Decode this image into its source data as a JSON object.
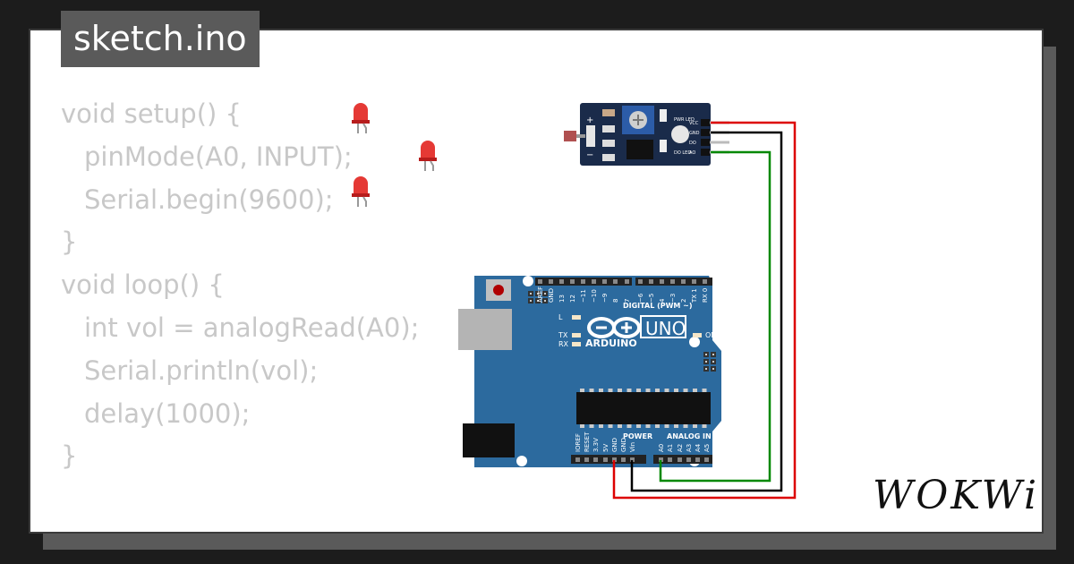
{
  "window": {
    "title": "sketch.ino"
  },
  "code_lines": [
    {
      "text": "void setup() {",
      "indent": false
    },
    {
      "text": "pinMode(A0, INPUT);",
      "indent": true
    },
    {
      "text": "Serial.begin(9600);",
      "indent": true
    },
    {
      "text": "}",
      "indent": false
    },
    {
      "text": "void loop() {",
      "indent": false
    },
    {
      "text": "int vol = analogRead(A0);",
      "indent": true
    },
    {
      "text": "Serial.println(vol);",
      "indent": true
    },
    {
      "text": "delay(1000);",
      "indent": true
    },
    {
      "text": "}",
      "indent": false
    }
  ],
  "sensor_module": {
    "pins": [
      "VCC",
      "GND",
      "DO",
      "AO"
    ],
    "labels": [
      "PWR LED",
      "DO LED"
    ],
    "left_marks": [
      "+",
      "−"
    ]
  },
  "arduino": {
    "brand": "ARDUINO",
    "model": "UNO",
    "digital_header_label": "DIGITAL (PWM ~)",
    "power_header_label": "POWER",
    "analog_header_label": "ANALOG IN",
    "digital_pins": [
      "AREF",
      "GND",
      "13",
      "12",
      "~11",
      "~10",
      "~9",
      "8",
      "7",
      "~6",
      "~5",
      "4",
      "~3",
      "2",
      "TX 1",
      "RX 0"
    ],
    "power_pins": [
      "IOREF",
      "RESET",
      "3.3V",
      "5V",
      "GND",
      "GND",
      "Vin"
    ],
    "analog_pins": [
      "A0",
      "A1",
      "A2",
      "A3",
      "A4",
      "A5"
    ],
    "leds": [
      "L",
      "TX",
      "RX",
      "ON"
    ]
  },
  "wires": {
    "vcc_color": "#dd0000",
    "gnd_color": "#000000",
    "ao_color": "#008800"
  },
  "brand": {
    "logo_text": "WOKWi"
  },
  "colors": {
    "board_blue": "#2c6a9e",
    "module_navy": "#1a2b4a",
    "led_red": "#e53935",
    "code_gray": "#c8c8c8"
  }
}
